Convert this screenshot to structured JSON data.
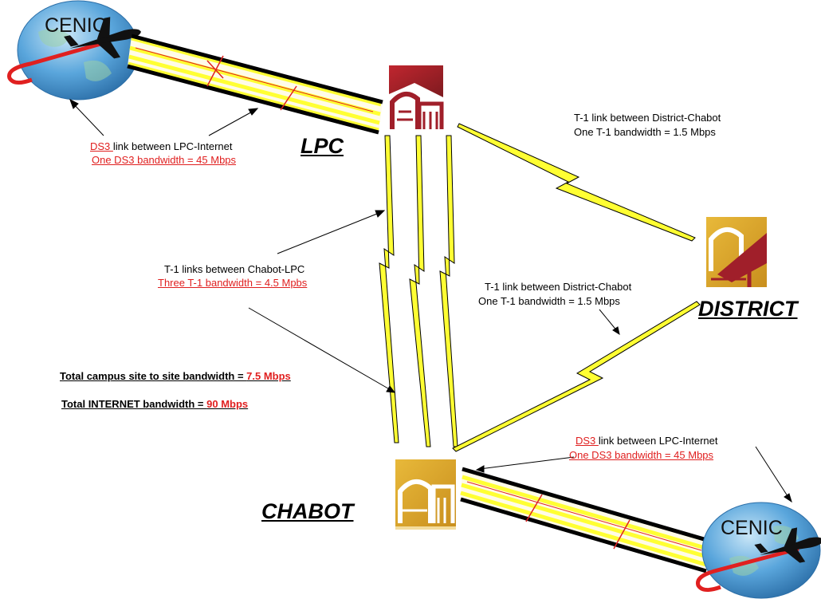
{
  "cenic_top": {
    "label": "CENIC"
  },
  "cenic_bottom": {
    "label": "CENIC"
  },
  "sites": {
    "lpc": "LPC",
    "district": "DISTRICT",
    "chabot": "CHABOT"
  },
  "labels": {
    "lpc_internet": {
      "ds3": "DS3 ",
      "rest": "link between LPC-Internet",
      "bandwidth": "One DS3 bandwidth = 45 Mbps"
    },
    "district_chabot_top": {
      "line1": "T-1 link between District-Chabot",
      "line2": "One T-1 bandwidth = 1.5 Mbps"
    },
    "chabot_lpc": {
      "line1": "T-1 links between Chabot-LPC",
      "line2": "Three T-1 bandwidth = 4.5 Mpbs"
    },
    "district_chabot_mid": {
      "line1": "T-1 link between District-Chabot",
      "line2": "One T-1 bandwidth = 1.5 Mbps"
    },
    "chabot_internet": {
      "ds3": "DS3 ",
      "rest": "link between LPC-Internet",
      "bandwidth": "One DS3 bandwidth = 45 Mbps"
    }
  },
  "totals": {
    "site_label": "Total campus site to site bandwidth = ",
    "site_value": "7.5 Mbps",
    "internet_label": "Total INTERNET bandwidth = ",
    "internet_value": "90 Mbps"
  },
  "colors": {
    "link_yellow": "#ffff33",
    "red": "#e02020",
    "globe": "#5aa6dc",
    "logo_red": "#a01f2a",
    "logo_gold": "#d4a12a"
  }
}
